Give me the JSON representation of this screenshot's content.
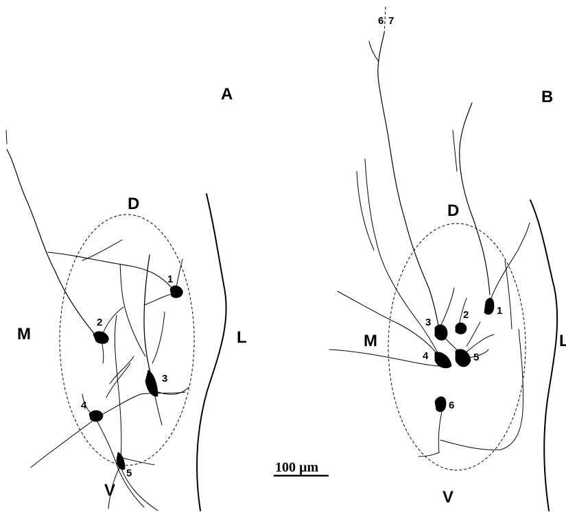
{
  "panels": [
    {
      "panel_label": "A",
      "labels": {
        "dorsal": "D",
        "ventral": "V",
        "medial": "M",
        "lateral": "L"
      },
      "neurons": [
        "1",
        "2",
        "3",
        "4",
        "5"
      ]
    },
    {
      "panel_label": "B",
      "labels": {
        "dorsal": "D",
        "ventral": "V",
        "medial": "M",
        "lateral": "L"
      },
      "neurons": [
        "1",
        "2",
        "3",
        "4",
        "5",
        "6"
      ],
      "axon_marks": [
        "6",
        "7"
      ]
    }
  ],
  "scale_bar": {
    "label": "100 µm"
  }
}
